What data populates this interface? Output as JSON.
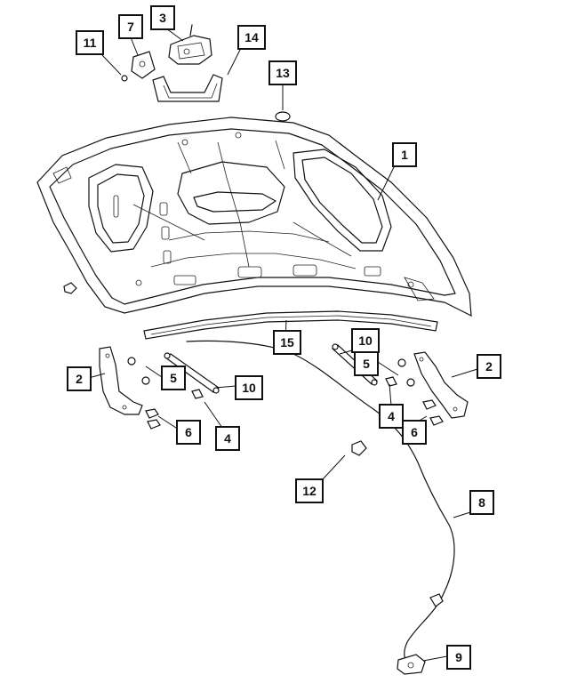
{
  "callouts": [
    {
      "id": "c1",
      "label": "1"
    },
    {
      "id": "c2a",
      "label": "2"
    },
    {
      "id": "c2b",
      "label": "2"
    },
    {
      "id": "c3",
      "label": "3"
    },
    {
      "id": "c4a",
      "label": "4"
    },
    {
      "id": "c4b",
      "label": "4"
    },
    {
      "id": "c5a",
      "label": "5"
    },
    {
      "id": "c5b",
      "label": "5"
    },
    {
      "id": "c6a",
      "label": "6"
    },
    {
      "id": "c6b",
      "label": "6"
    },
    {
      "id": "c7",
      "label": "7"
    },
    {
      "id": "c8",
      "label": "8"
    },
    {
      "id": "c9",
      "label": "9"
    },
    {
      "id": "c10a",
      "label": "10"
    },
    {
      "id": "c10b",
      "label": "10"
    },
    {
      "id": "c11",
      "label": "11"
    },
    {
      "id": "c12",
      "label": "12"
    },
    {
      "id": "c13",
      "label": "13"
    },
    {
      "id": "c14",
      "label": "14"
    },
    {
      "id": "c15",
      "label": "15"
    }
  ]
}
